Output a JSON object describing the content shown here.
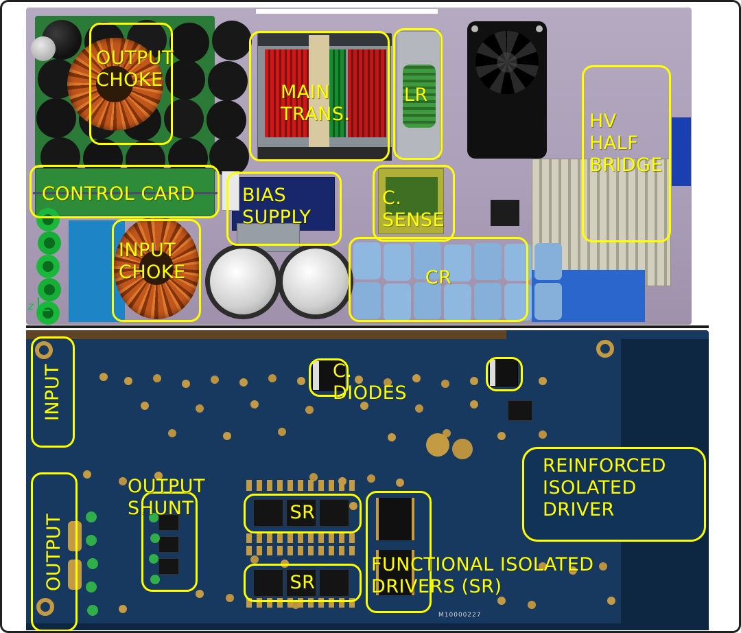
{
  "figure": {
    "type": "annotated-pcb-render",
    "views": [
      "top",
      "bottom"
    ]
  },
  "top_view": {
    "labels": {
      "output_choke": "OUTPUT\nCHOKE",
      "main_transformer": "MAIN\nTRANS.",
      "lr": "LR",
      "hv_half_bridge": "HV\nHALF\nBRIDGE",
      "control_card": "CONTROL CARD",
      "bias_supply": "BIAS\nSUPPLY",
      "current_sense": "C.\nSENSE",
      "input_choke": "INPUT\nCHOKE",
      "cr": "CR"
    },
    "axis_label": "z"
  },
  "bottom_view": {
    "labels": {
      "input": "INPUT",
      "c_diodes": "C.\nDIODES",
      "reinforced_isolated_driver": "REINFORCED\nISOLATED\nDRIVER",
      "output_shunt": "OUTPUT\nSHUNT",
      "sr_top": "SR",
      "sr_bottom": "SR",
      "functional_isolated_drivers": "FUNCTIONAL ISOLATED\nDRIVERS (SR)",
      "output": "OUTPUT"
    },
    "board_marking": "M10000227"
  },
  "colors": {
    "annotation": "#ffff00",
    "top_board_bg": "#b2a6bc",
    "bottom_board_bg": "#17395f",
    "copper_pad": "#c49a42",
    "choke_copper": "#b8501a",
    "cr_capacitor": "#8fb8e0"
  }
}
